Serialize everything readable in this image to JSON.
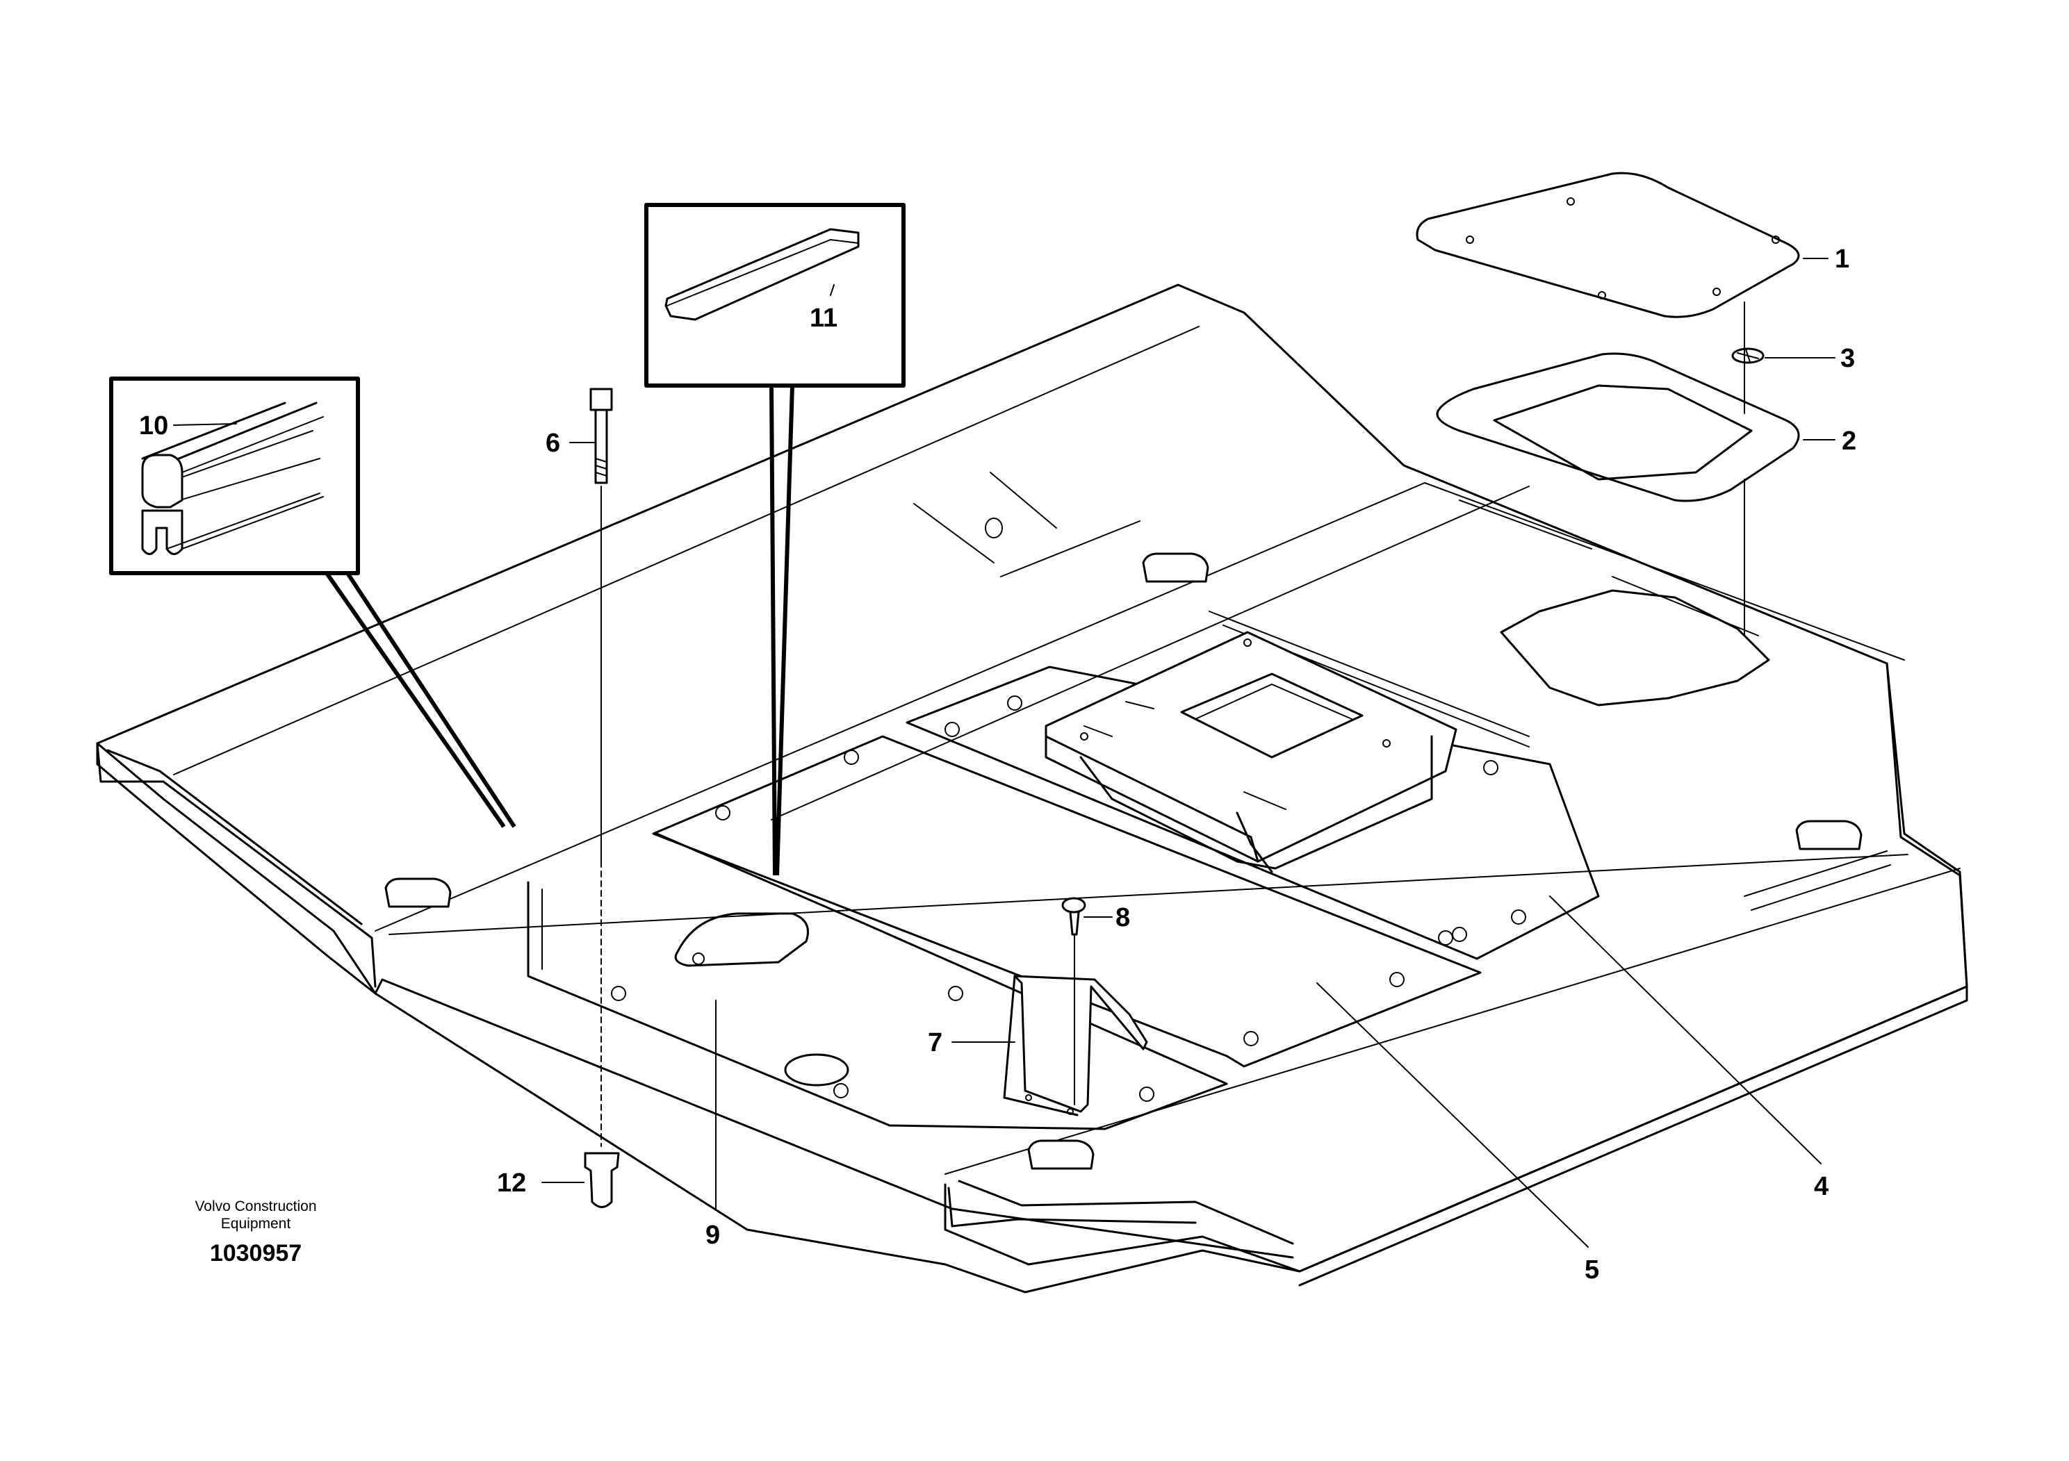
{
  "callouts": {
    "c1": "1",
    "c2": "2",
    "c3": "3",
    "c4": "4",
    "c5": "5",
    "c6": "6",
    "c7": "7",
    "c8": "8",
    "c9": "9",
    "c10": "10",
    "c11": "11",
    "c12": "12"
  },
  "footer": {
    "line1": "Volvo Construction",
    "line2": "Equipment",
    "doc_number": "1030957"
  }
}
